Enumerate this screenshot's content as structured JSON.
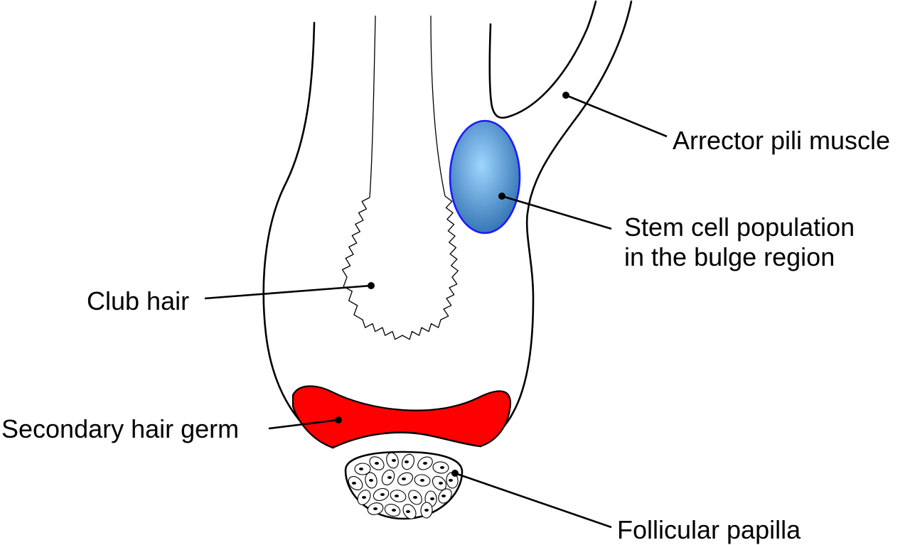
{
  "labels": {
    "arrector_pili_muscle": "Arrector pili muscle",
    "stem_cell_line1": "Stem cell population",
    "stem_cell_line2": "in the bulge region",
    "club_hair": "Club hair",
    "secondary_hair_germ": "Secondary hair germ",
    "follicular_papilla": "Follicular papilla"
  },
  "colors": {
    "stem_cell_fill_center": "#9fd6ff",
    "stem_cell_fill_edge": "#2f6fb0",
    "stem_cell_outline": "#1a1aff",
    "secondary_hair_germ_fill": "#ff0000",
    "line": "#000000"
  }
}
